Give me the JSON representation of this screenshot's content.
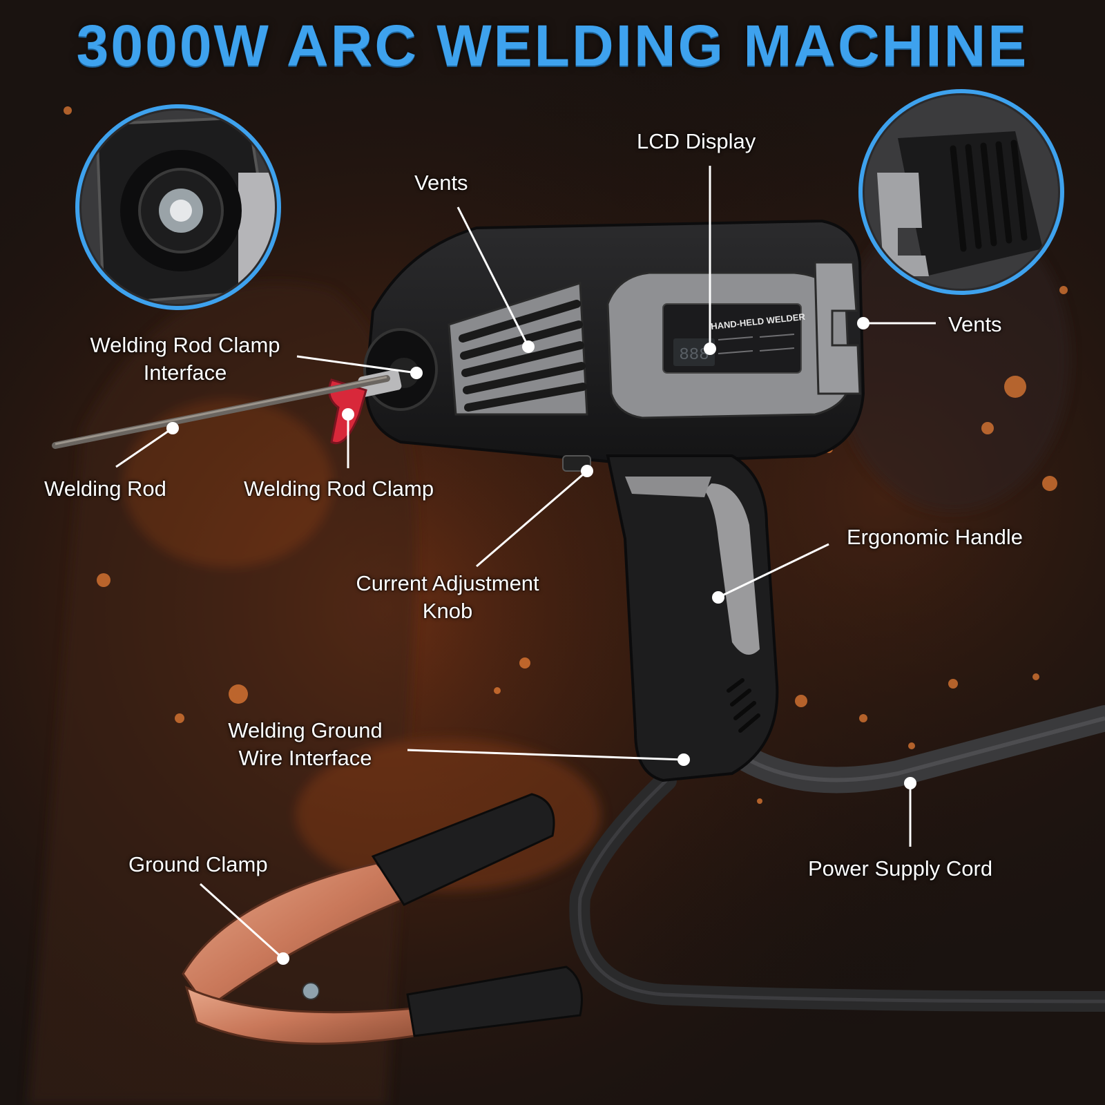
{
  "title": "3000W ARC WELDING MACHINE",
  "device": {
    "brand_label": "HAND-HELD WELDER",
    "lcd_readout": "888"
  },
  "labels": {
    "vents_top": "Vents",
    "lcd_display": "LCD Display",
    "vents_right": "Vents",
    "rod_clamp_interface_line1": "Welding Rod Clamp",
    "rod_clamp_interface_line2": "Interface",
    "welding_rod": "Welding Rod",
    "welding_rod_clamp": "Welding Rod Clamp",
    "current_knob_line1": "Current Adjustment",
    "current_knob_line2": "Knob",
    "ergonomic_handle": "Ergonomic Handle",
    "ground_wire_line1": "Welding Ground",
    "ground_wire_line2": "Wire Interface",
    "ground_clamp": "Ground Clamp",
    "power_cord": "Power Supply Cord"
  },
  "colors": {
    "title": "#3ea2ee",
    "callout_ring": "#3ea2ee",
    "label_text": "#ffffff",
    "clamp_red": "#d8283a",
    "copper": "#d68a6a"
  }
}
